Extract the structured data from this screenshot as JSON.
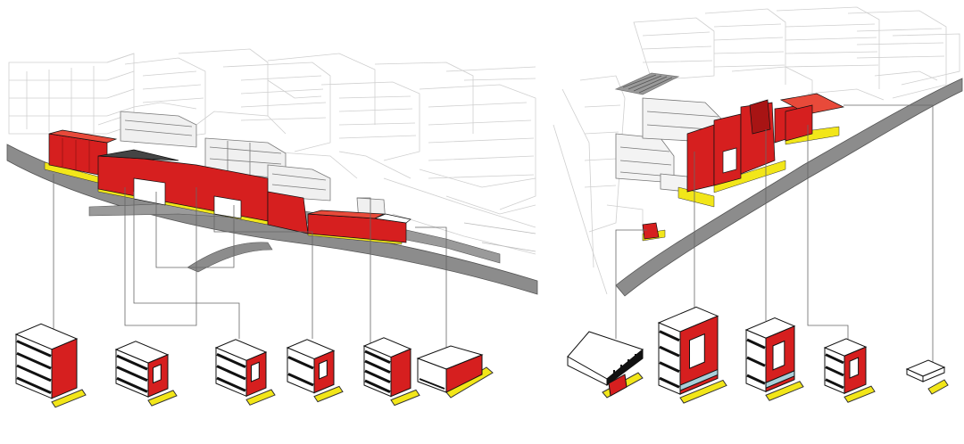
{
  "colors": {
    "background": "#ffffff",
    "context": "#c8c8c8",
    "road": "#8c8c8c",
    "road_edge": "#555555",
    "building_red": "#d61f1f",
    "building_red_dark": "#a81414",
    "ground_yellow": "#f2e619",
    "outline": "#111111",
    "leader": "#666666",
    "module_glass": "#a9cfd9"
  },
  "panels": [
    {
      "id": "left-site",
      "module_count": 6
    },
    {
      "id": "right-site",
      "module_count": 5
    }
  ]
}
